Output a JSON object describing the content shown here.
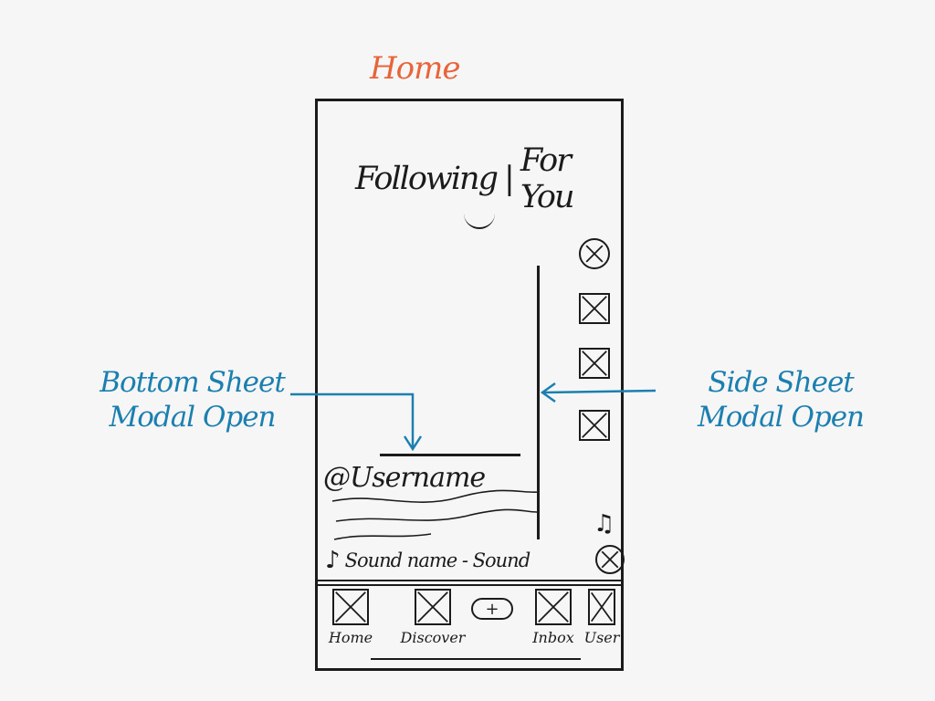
{
  "page_title": "Home",
  "feed_tabs": {
    "following": "Following",
    "separator": "|",
    "for_you": "For You"
  },
  "post": {
    "username": "@Username",
    "sound": "Sound name - Sound"
  },
  "bottom_nav": {
    "home": "Home",
    "discover": "Discover",
    "create": "+",
    "inbox": "Inbox",
    "user": "User"
  },
  "annotations": {
    "bottom_sheet": "Bottom Sheet Modal Open",
    "side_sheet": "Side Sheet Modal Open"
  },
  "icons": {
    "sound": "music-note-icon",
    "music": "music-note-icon",
    "placeholder": "x-box-icon"
  },
  "colors": {
    "title": "#e8643a",
    "annotation": "#1b7fb0",
    "ink": "#1b1b1b"
  }
}
